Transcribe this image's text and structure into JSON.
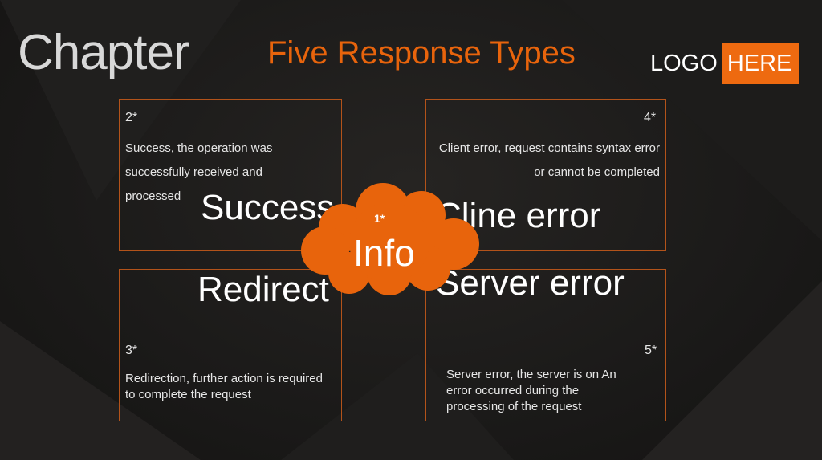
{
  "header": {
    "chapter": "Chapter",
    "title": "Five Response Types"
  },
  "logo": {
    "part1": "LOGO",
    "part2": "HERE"
  },
  "center": {
    "code": "1*",
    "label": "Info"
  },
  "quadrants": [
    {
      "code": "2*",
      "label": "Success",
      "description": "Success, the operation was successfully received and processed"
    },
    {
      "code": "4*",
      "label": "Cline error",
      "description": "Client error, request contains syntax error or cannot be completed"
    },
    {
      "code": "3*",
      "label": "Redirect",
      "description": "Redirection, further action is required to complete the request"
    },
    {
      "code": "5*",
      "label": "Server error",
      "description": "Server error, the server is on An error occurred during the processing of the request"
    }
  ],
  "colors": {
    "accent": "#e8640c",
    "border": "#b3531a"
  }
}
